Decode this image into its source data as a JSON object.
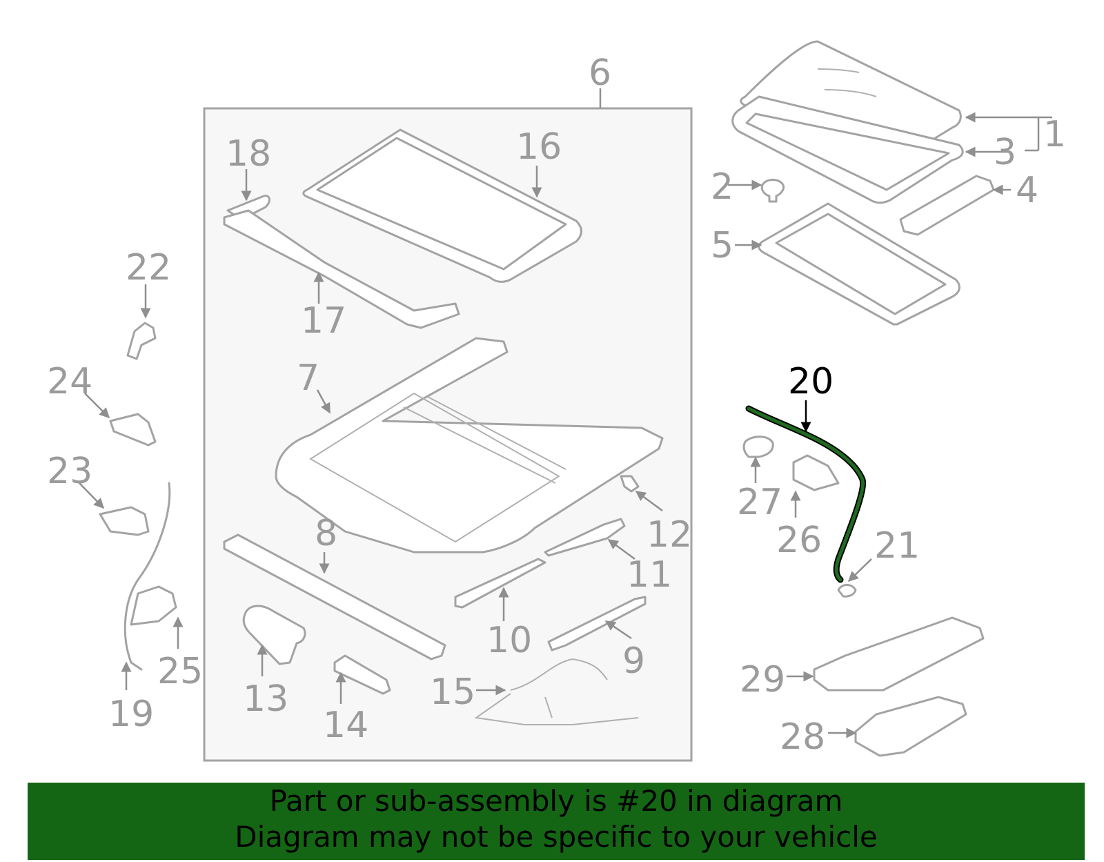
{
  "diagram": {
    "highlighted_part": "20",
    "highlight_color": "#1f6b1f",
    "callouts": {
      "c1": "1",
      "c2": "2",
      "c3": "3",
      "c4": "4",
      "c5": "5",
      "c6": "6",
      "c7": "7",
      "c8": "8",
      "c9": "9",
      "c10": "10",
      "c11": "11",
      "c12": "12",
      "c13": "13",
      "c14": "14",
      "c15": "15",
      "c16": "16",
      "c17": "17",
      "c18": "18",
      "c19": "19",
      "c20": "20",
      "c21": "21",
      "c22": "22",
      "c23": "23",
      "c24": "24",
      "c25": "25",
      "c26": "26",
      "c27": "27",
      "c28": "28",
      "c29": "29"
    }
  },
  "banner": {
    "line1": "Part or sub-assembly is #20 in diagram",
    "line2": "Diagram may not be specific to your vehicle",
    "background_color": "#146614"
  }
}
